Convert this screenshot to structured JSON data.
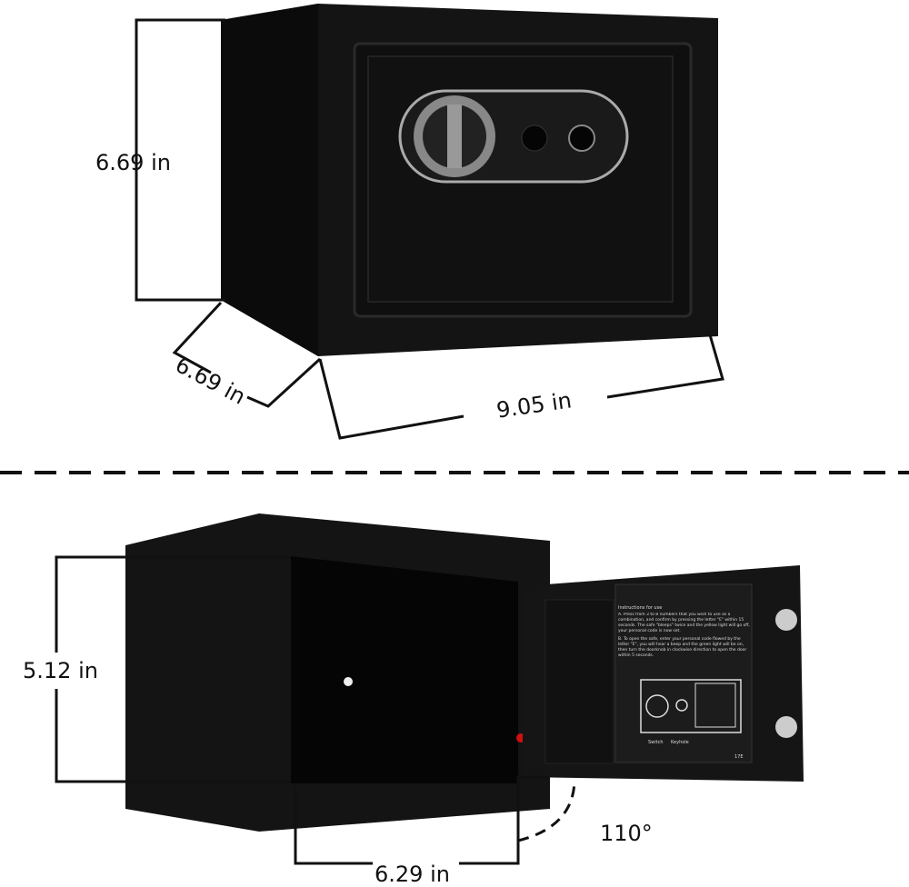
{
  "dimensions": {
    "top_height": "6.69 in",
    "top_depth": "6.69 in",
    "top_width": "9.05 in",
    "bottom_height": "5.12 in",
    "bottom_depth": "6.29 in",
    "door_angle": "110°"
  },
  "instruction_panel": {
    "title": "Instructions for use",
    "step_a": "A. Press from 3 to 8 numbers that you wish to use as a combination, and confirm by pressing the letter \"E\" within 15 seconds. The safe \"bleeps\" twice and the yellow light will go off, your personal code is now set.",
    "step_b": "B. To open the safe, enter your personal code flowed by the letter \"E\", you will hear a beep and the green light will be on, then turn the doorknob in clockwise direction to open the door within 5 seconds.",
    "switch_label": "Switch",
    "keyhole_label": "Keyhole",
    "model": "17E"
  },
  "colors": {
    "safe_body": "#111111",
    "dimension_line": "#111111",
    "indicator_light": "#d01010"
  }
}
